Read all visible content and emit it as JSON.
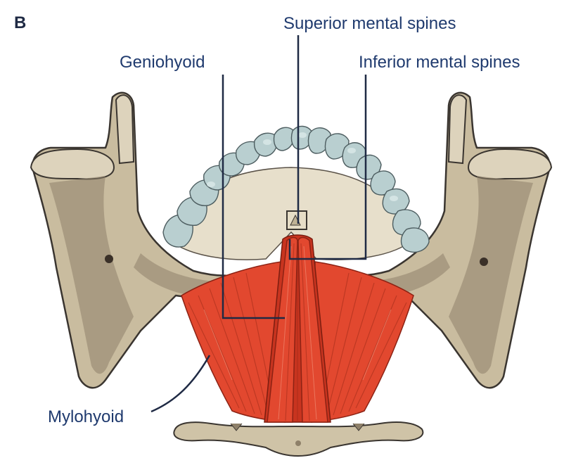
{
  "panel_letter": "B",
  "labels": {
    "superior_mental_spines": "Superior mental spines",
    "geniohyoid": "Geniohyoid",
    "inferior_mental_spines": "Inferior mental spines",
    "mylohyoid": "Mylohyoid"
  },
  "colors": {
    "label_text": "#1f3a6e",
    "bone": "#c9bc9f",
    "muscle": "#e2482f",
    "teeth": "#b9cfd0"
  }
}
